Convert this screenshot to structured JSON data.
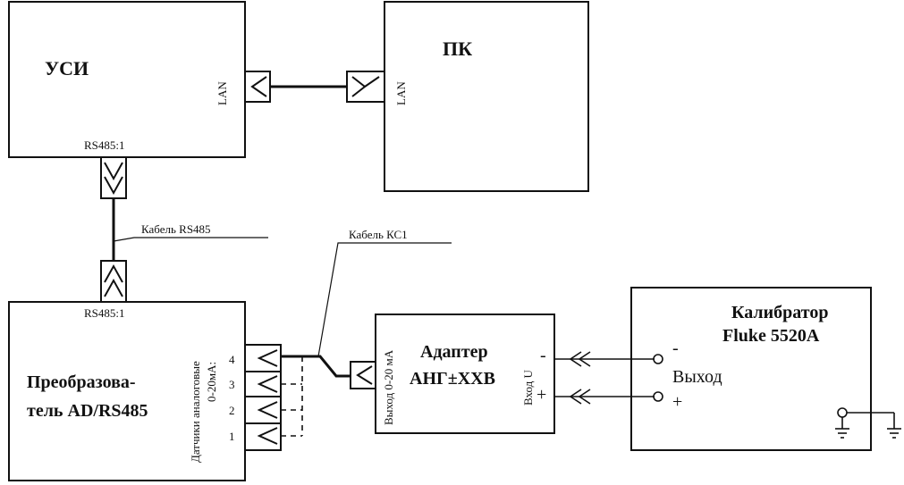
{
  "usi": {
    "title": "УСИ",
    "lan": "LAN",
    "rs485": "RS485:1"
  },
  "pc": {
    "title": "ПК",
    "lan": "LAN"
  },
  "cable_rs485": "Кабель RS485",
  "cable_ks1": "Кабель КС1",
  "converter": {
    "title_line1": "Преобразова-",
    "title_line2": "тель AD/RS485",
    "rs485": "RS485:1",
    "sensors_line1": "Датчики аналоговые",
    "sensors_line2": "0-20мА:",
    "channels": [
      "4",
      "3",
      "2",
      "1"
    ]
  },
  "adapter": {
    "title_line1": "Адаптер",
    "title_line2": "АНГ±ХХВ",
    "output": "Выход 0-20 мА",
    "input": "Вход U",
    "minus": "-",
    "plus": "+"
  },
  "calibrator": {
    "title_line1": "Калибратор",
    "title_line2": "Fluke 5520A",
    "output": "Выход",
    "minus": "-",
    "plus": "+"
  }
}
